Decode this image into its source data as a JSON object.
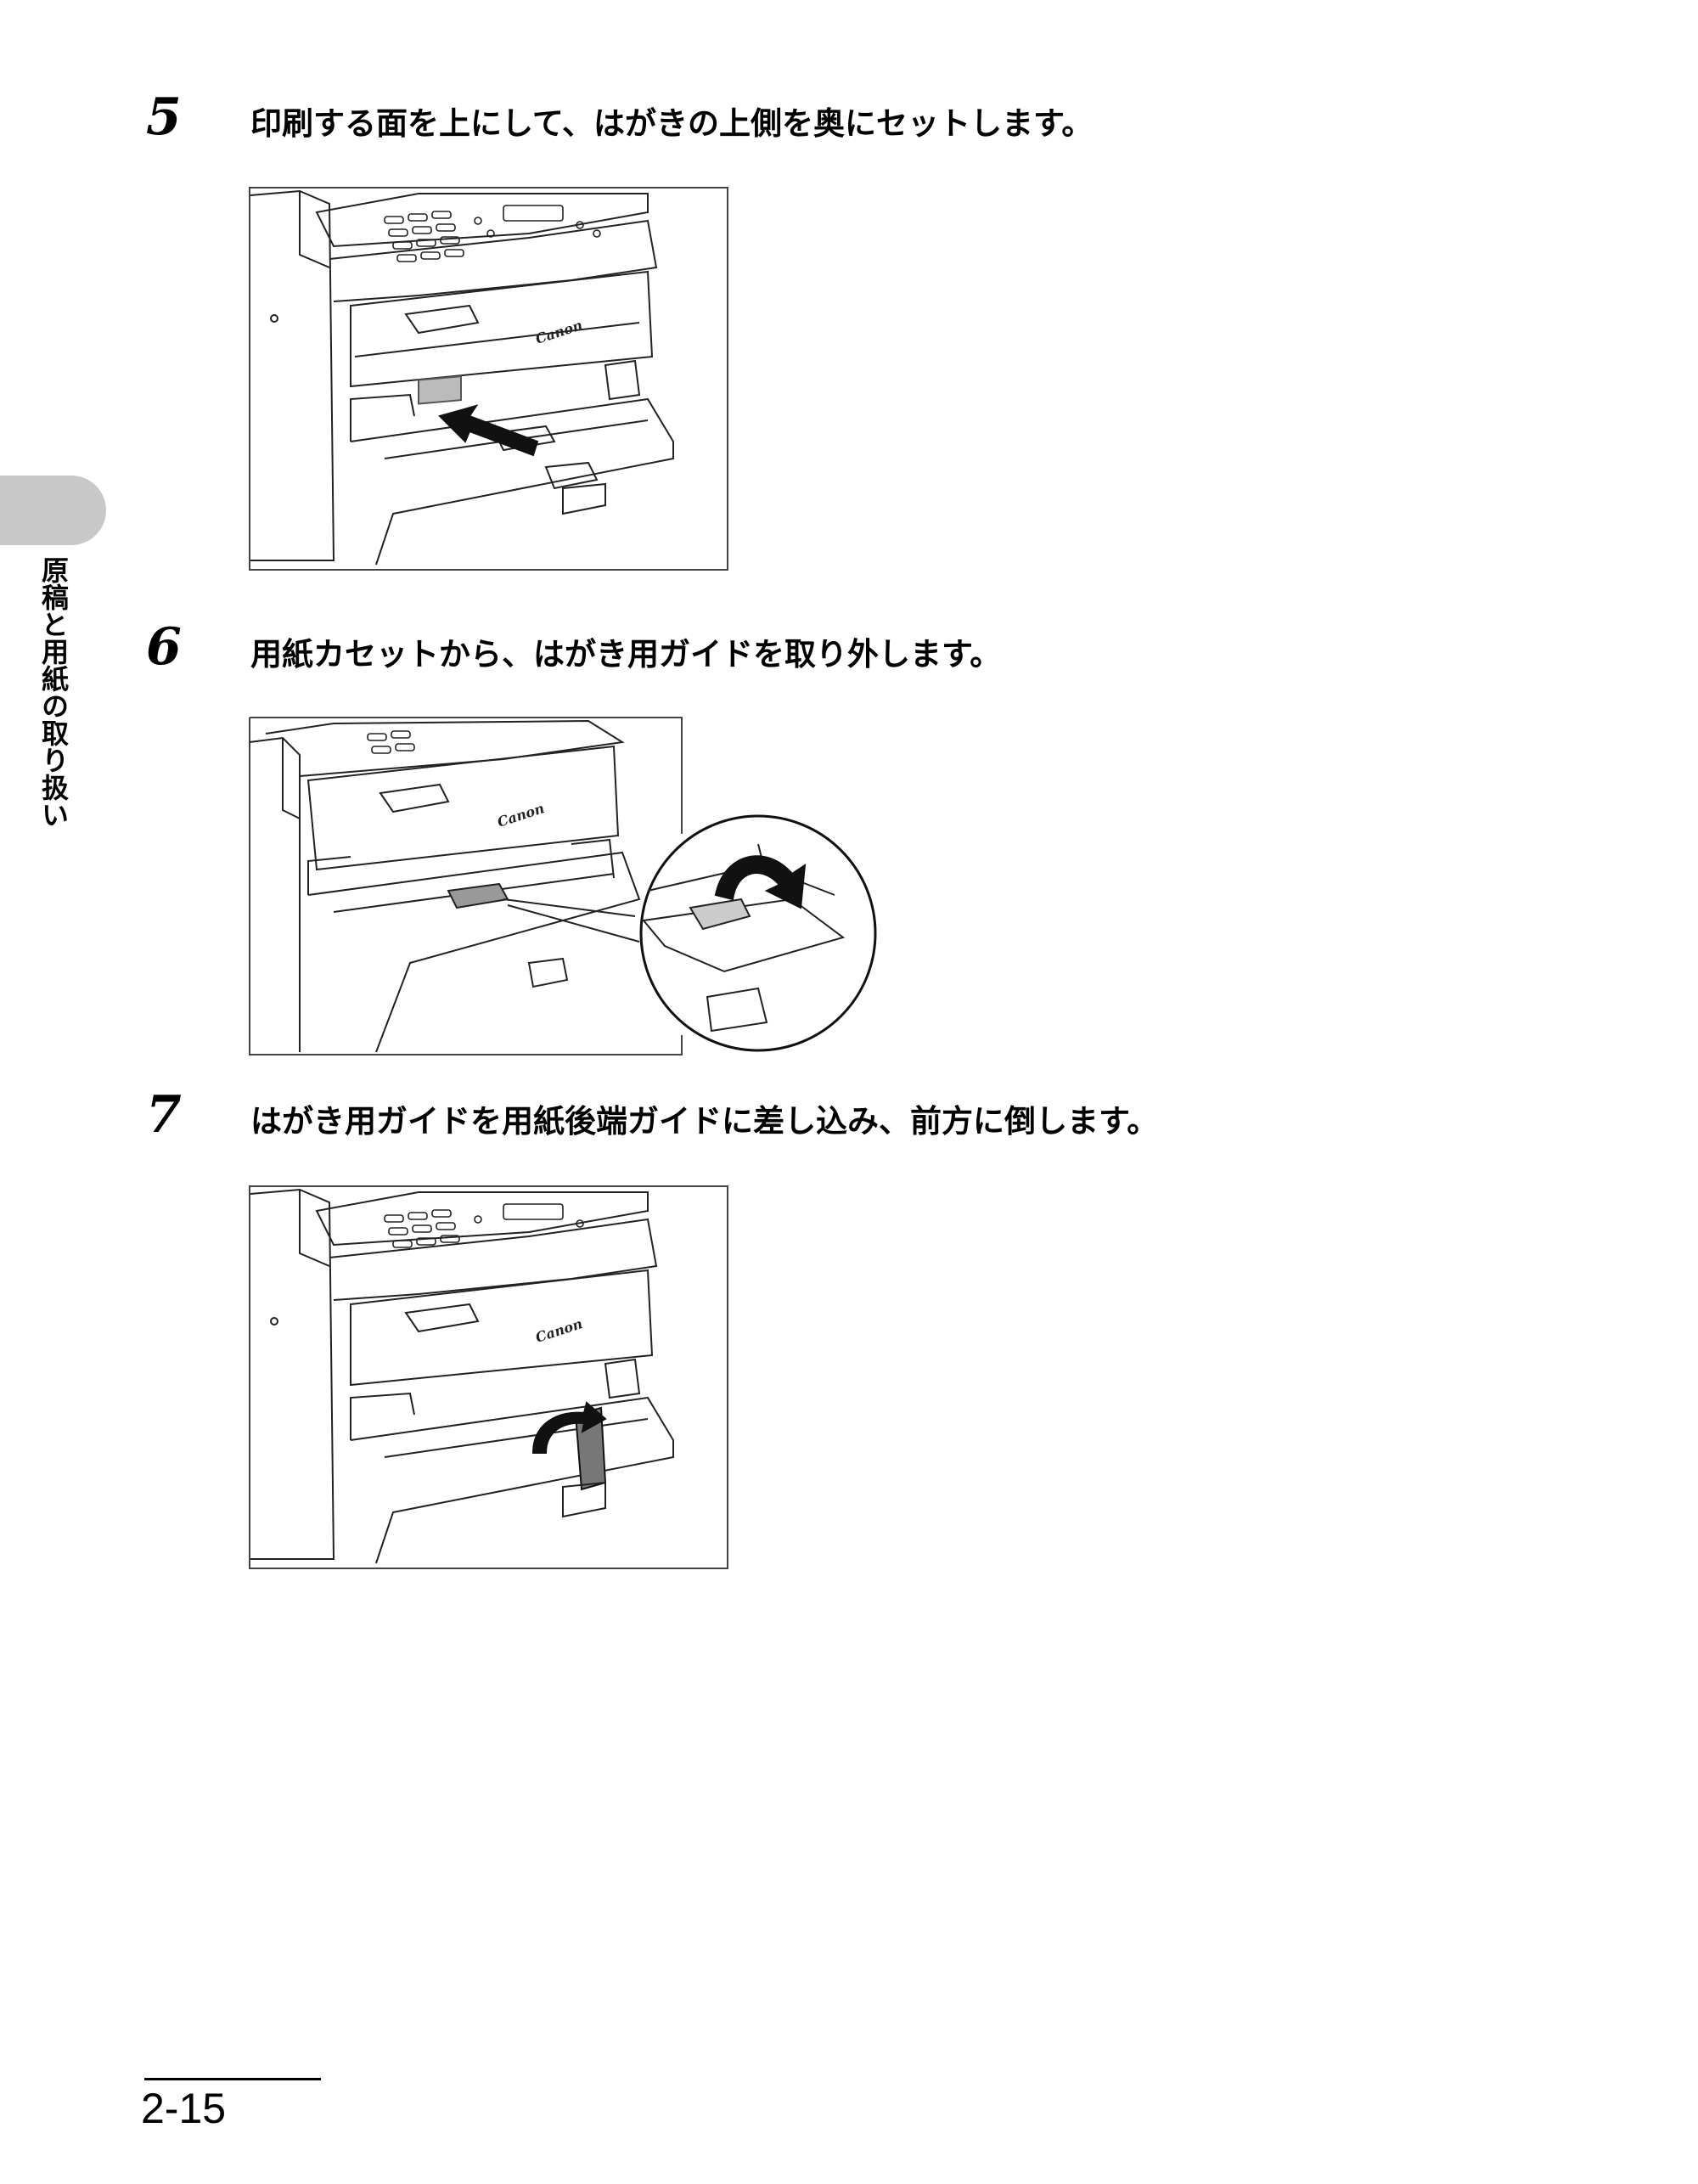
{
  "side_tab": {
    "label": "原稿と用紙の取り扱い"
  },
  "steps": [
    {
      "number": "5",
      "text": "印刷する面を上にして、はがきの上側を奥にセットします。",
      "brand": "Canon"
    },
    {
      "number": "6",
      "text": "用紙カセットから、はがき用ガイドを取り外します。",
      "brand": "Canon"
    },
    {
      "number": "7",
      "text": "はがき用ガイドを用紙後端ガイドに差し込み、前方に倒します。",
      "brand": "Canon"
    }
  ],
  "footer": {
    "page_number": "2-15"
  }
}
